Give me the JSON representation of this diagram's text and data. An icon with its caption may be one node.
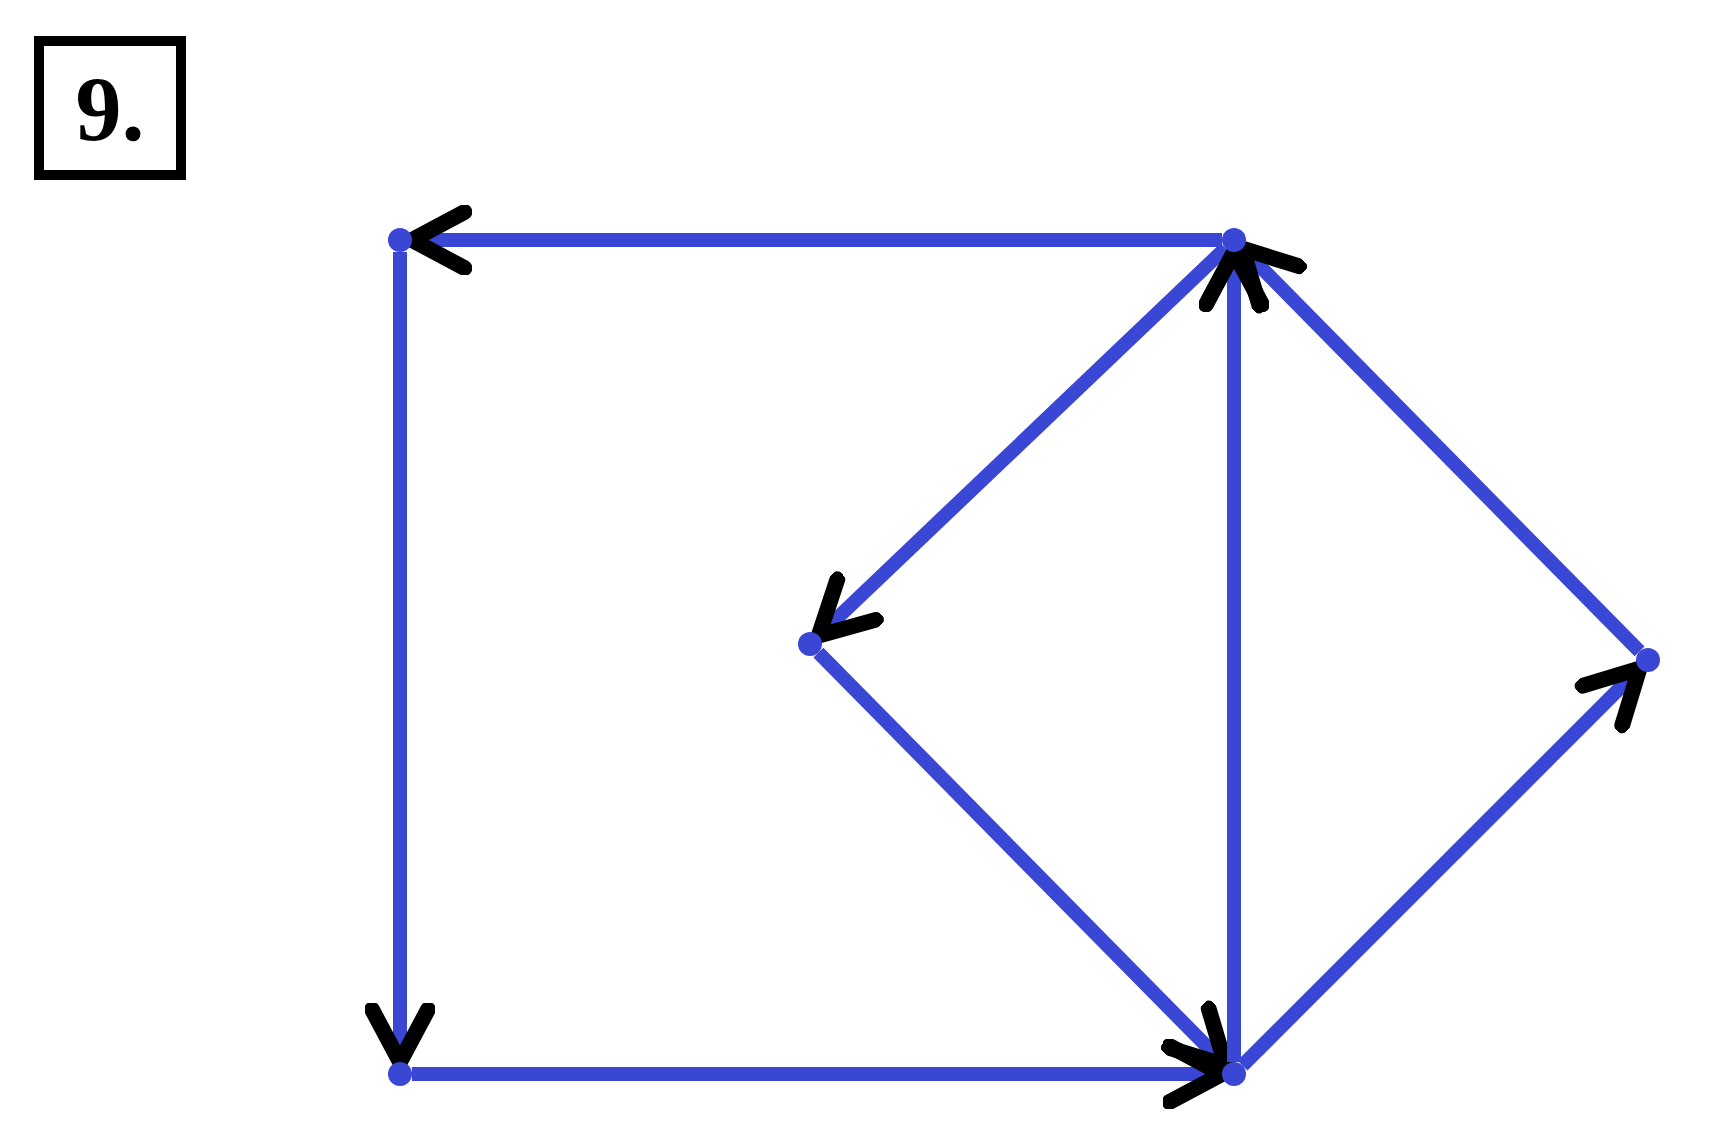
{
  "diagram": {
    "title": "9.",
    "nodes": [
      {
        "text": [],
        "shape": "dot"
      },
      {
        "text": [],
        "shape": "dot"
      },
      {
        "text": [],
        "shape": "dot"
      },
      {
        "text": [],
        "shape": "dot"
      },
      {
        "text": [],
        "shape": "dot"
      },
      {
        "text": [],
        "shape": "dot"
      }
    ],
    "edges": [
      {
        "from": 1,
        "to": 0,
        "arrow": "to"
      },
      {
        "from": 0,
        "to": 4,
        "arrow": "to"
      },
      {
        "from": 4,
        "to": 5,
        "arrow": "to"
      },
      {
        "from": 2,
        "to": 5,
        "arrow": "to"
      },
      {
        "from": 1,
        "to": 2,
        "arrow": "to"
      },
      {
        "from": 5,
        "to": 1,
        "arrow": "to"
      },
      {
        "from": 5,
        "to": 3,
        "arrow": "to"
      },
      {
        "from": 3,
        "to": 1,
        "arrow": "to"
      }
    ]
  }
}
